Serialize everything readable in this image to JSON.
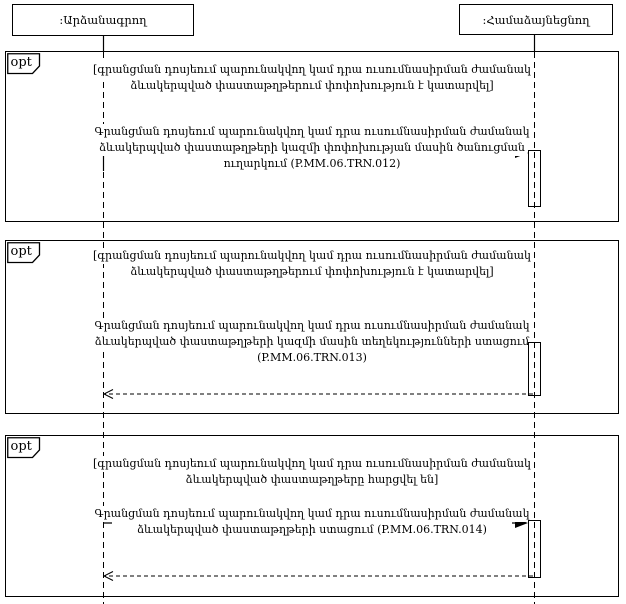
{
  "diagram_type": "uml-sequence-diagram",
  "colors": {
    "ink": "#000000",
    "paper": "#ffffff"
  },
  "lifelines": [
    {
      "label": ":Արձանագրող"
    },
    {
      "label": ":Համաձայնեցնող"
    }
  ],
  "fragments": [
    {
      "operator": "opt",
      "guard_lines": [
        "[գրանցման դոսյեում պարունակվող կամ դրա ուսումնասիրման ժամանակ",
        "ձևակերպված փաստաթղթերում փոփոխություն է կատարվել]"
      ],
      "message": {
        "lines": [
          "Գրանցման դոսյեում պարունակվող կամ դրա ուսումնասիրման ժամանակ",
          "ձևակերպված փաստաթղթերի կազմի փոփոխության մասին ծանուցման",
          "ուղարկում (P.MM.06.TRN.012)"
        ],
        "code": "P.MM.06.TRN.012",
        "from": ":Արձանագրող",
        "to": ":Համաձայնեցնող",
        "kind": "synchronous"
      },
      "has_return": false
    },
    {
      "operator": "opt",
      "guard_lines": [
        "[գրանցման դոսյեում պարունակվող կամ դրա ուսումնասիրման ժամանակ",
        "ձևակերպված փաստաթղթերում փոփոխություն է կատարվել]"
      ],
      "message": {
        "lines": [
          "Գրանցման դոսյեում պարունակվող կամ դրա ուսումնասիրման ժամանակ",
          "ձևակերպված փաստաթղթերի կազմի մասին տեղեկությունների ստացում",
          "(P.MM.06.TRN.013)"
        ],
        "code": "P.MM.06.TRN.013",
        "from": ":Արձանագրող",
        "to": ":Համաձայնեցնող",
        "kind": "synchronous"
      },
      "has_return": true
    },
    {
      "operator": "opt",
      "guard_lines": [
        "[գրանցման դոսյեում պարունակվող կամ դրա ուսումնասիրման ժամանակ",
        "ձևակերպված փաստաթղթերը հարցվել են]"
      ],
      "message": {
        "lines": [
          "Գրանցման դոսյեում պարունակվող կամ դրա ուսումնասիրման ժամանակ",
          "ձևակերպված փաստաթղթերի ստացում (P.MM.06.TRN.014)"
        ],
        "code": "P.MM.06.TRN.014",
        "from": ":Արձանագրող",
        "to": ":Համաձայնեցնող",
        "kind": "synchronous"
      },
      "has_return": true
    }
  ]
}
